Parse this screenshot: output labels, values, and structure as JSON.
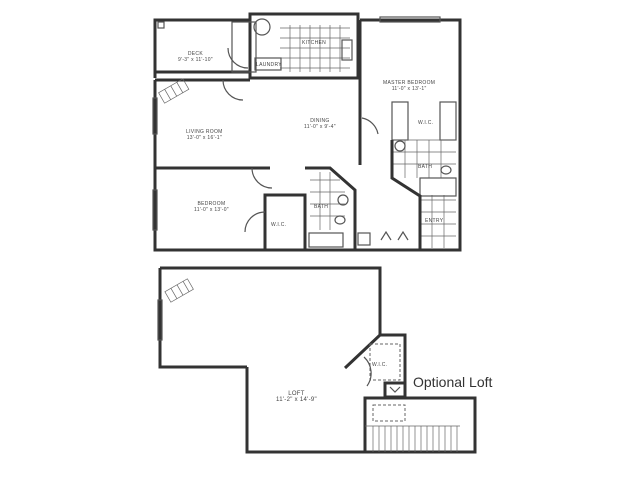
{
  "floorplan": {
    "upper_plan": {
      "rooms": [
        {
          "name": "DECK",
          "dims": "9'-3\" x 11'-10\""
        },
        {
          "name": "KITCHEN",
          "dims": ""
        },
        {
          "name": "LAUNDRY",
          "dims": ""
        },
        {
          "name": "MASTER BEDROOM",
          "dims": "11'-0\" x 13'-1\""
        },
        {
          "name": "W.I.C.",
          "dims": ""
        },
        {
          "name": "BATH",
          "dims": ""
        },
        {
          "name": "DINING",
          "dims": "11'-0\" x 9'-4\""
        },
        {
          "name": "LIVING ROOM",
          "dims": "13'-0\" x 16'-1\""
        },
        {
          "name": "BEDROOM",
          "dims": "11'-0\" x 13'-0\""
        },
        {
          "name": "W.I.C.",
          "dims": ""
        },
        {
          "name": "BATH",
          "dims": ""
        },
        {
          "name": "ENTRY",
          "dims": ""
        }
      ]
    },
    "loft_plan": {
      "rooms": [
        {
          "name": "W.I.C.",
          "dims": ""
        },
        {
          "name": "LOFT",
          "dims": "11'-2\" x 14'-9\""
        }
      ],
      "caption": "Optional Loft"
    }
  }
}
